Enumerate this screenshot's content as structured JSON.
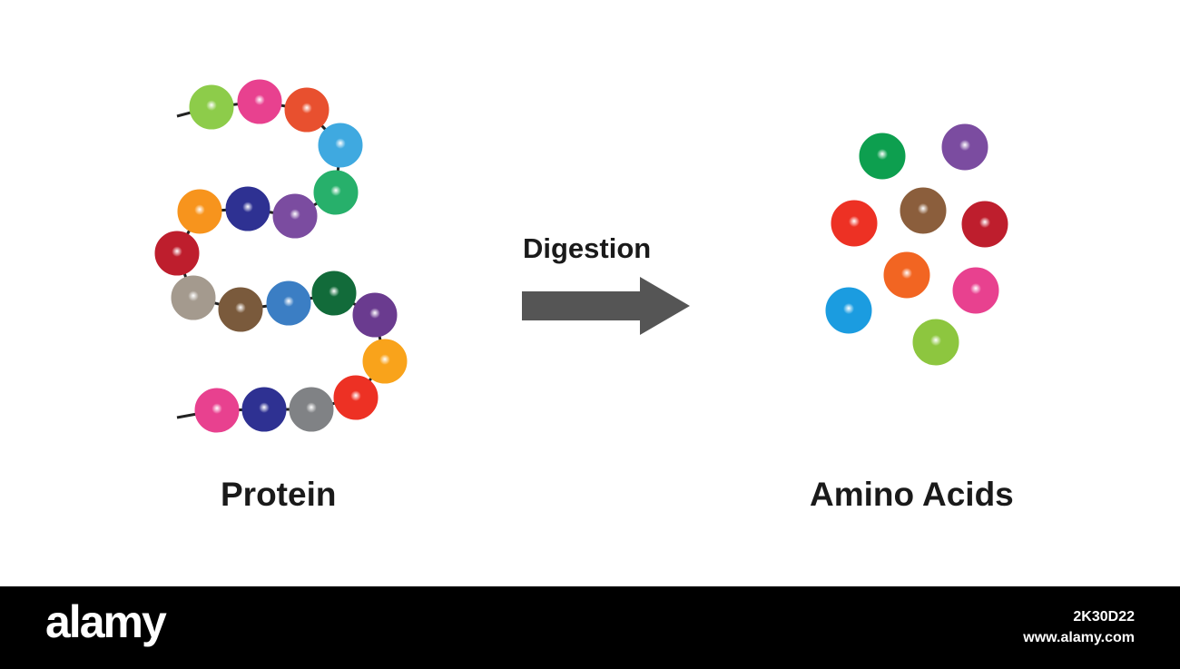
{
  "labels": {
    "protein": "Protein",
    "amino_acids": "Amino Acids",
    "digestion": "Digestion"
  },
  "protein_chain": {
    "bead_colors": [
      "#8dcc4a",
      "#e8418f",
      "#e8502f",
      "#3fa9e0",
      "#27b06b",
      "#7b4ca0",
      "#2e3192",
      "#f7941d",
      "#be1e2d",
      "#a49a8e",
      "#7a5a3c",
      "#3b7ec4",
      "#126b3a",
      "#6a3b8f",
      "#f9a31b",
      "#ed3124",
      "#808285",
      "#2e3192",
      "#e8418f"
    ]
  },
  "amino_acids": {
    "bead_colors": [
      "#0d9f4f",
      "#7b4ca0",
      "#ed3124",
      "#8b5e3c",
      "#be1e2d",
      "#f26522",
      "#e8418f",
      "#1b9ce0",
      "#8dc63f"
    ]
  },
  "arrow": {
    "color": "#555555"
  },
  "footer": {
    "logo": "alamy",
    "image_id": "2K30D22",
    "url": "www.alamy.com"
  }
}
